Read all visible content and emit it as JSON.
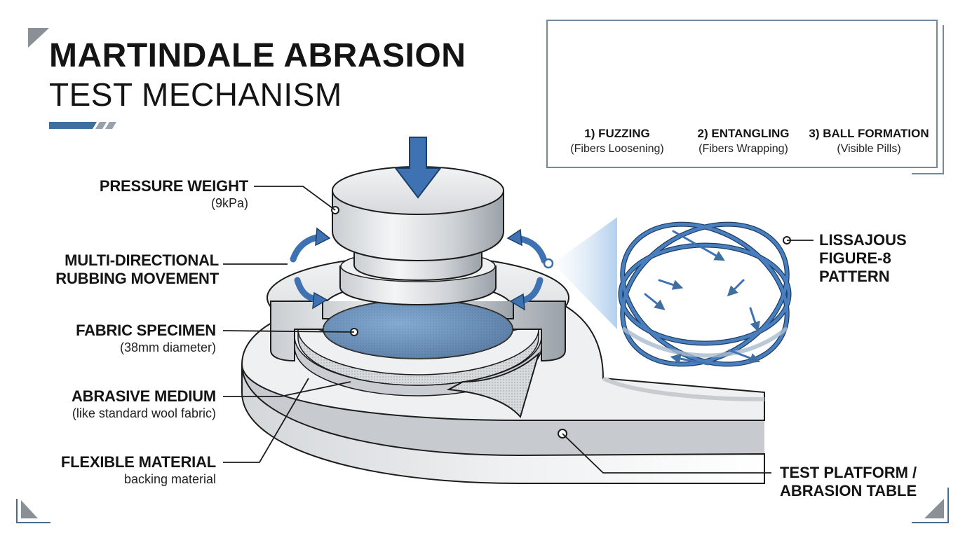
{
  "title": {
    "line1": "MARTINDALE ABRASION",
    "line2": "TEST MECHANISM"
  },
  "labels": {
    "pressure_weight": {
      "main": "PRESSURE WEIGHT",
      "sub": "(9kPa)"
    },
    "rubbing": {
      "line1": "MULTI-DIRECTIONAL",
      "line2": "RUBBING MOVEMENT"
    },
    "fabric": {
      "main": "FABRIC SPECIMEN",
      "sub": "(38mm diameter)"
    },
    "abrasive": {
      "main": "ABRASIVE MEDIUM",
      "sub": "(like standard wool fabric)"
    },
    "flexible": {
      "main": "FLEXIBLE MATERIAL",
      "sub": "backing material"
    },
    "lissajous": {
      "line1": "LISSAJOUS",
      "line2": "FIGURE-8",
      "line3": "PATTERN"
    },
    "platform": {
      "line1": "TEST PLATFORM /",
      "line2": "ABRASION TABLE"
    }
  },
  "pilling_stages": [
    {
      "title": "1) FUZZING",
      "sub": "(Fibers Loosening)",
      "icon": "fuzzing-fibers-icon"
    },
    {
      "title": "2) ENTANGLING",
      "sub": "(Fibers Wrapping)",
      "icon": "entangling-fibers-icon"
    },
    {
      "title": "3) BALL FORMATION",
      "sub": "(Visible Pills)",
      "icon": "pill-balls-icon"
    }
  ],
  "colors": {
    "accent_blue": "#3f6f9e",
    "arrow_blue": "#4a7fbf",
    "fabric_blue": "#3d6ea3",
    "steel_light": "#e6e9ec",
    "steel_dark": "#9aa3ab",
    "outline": "#1c1c1c"
  }
}
